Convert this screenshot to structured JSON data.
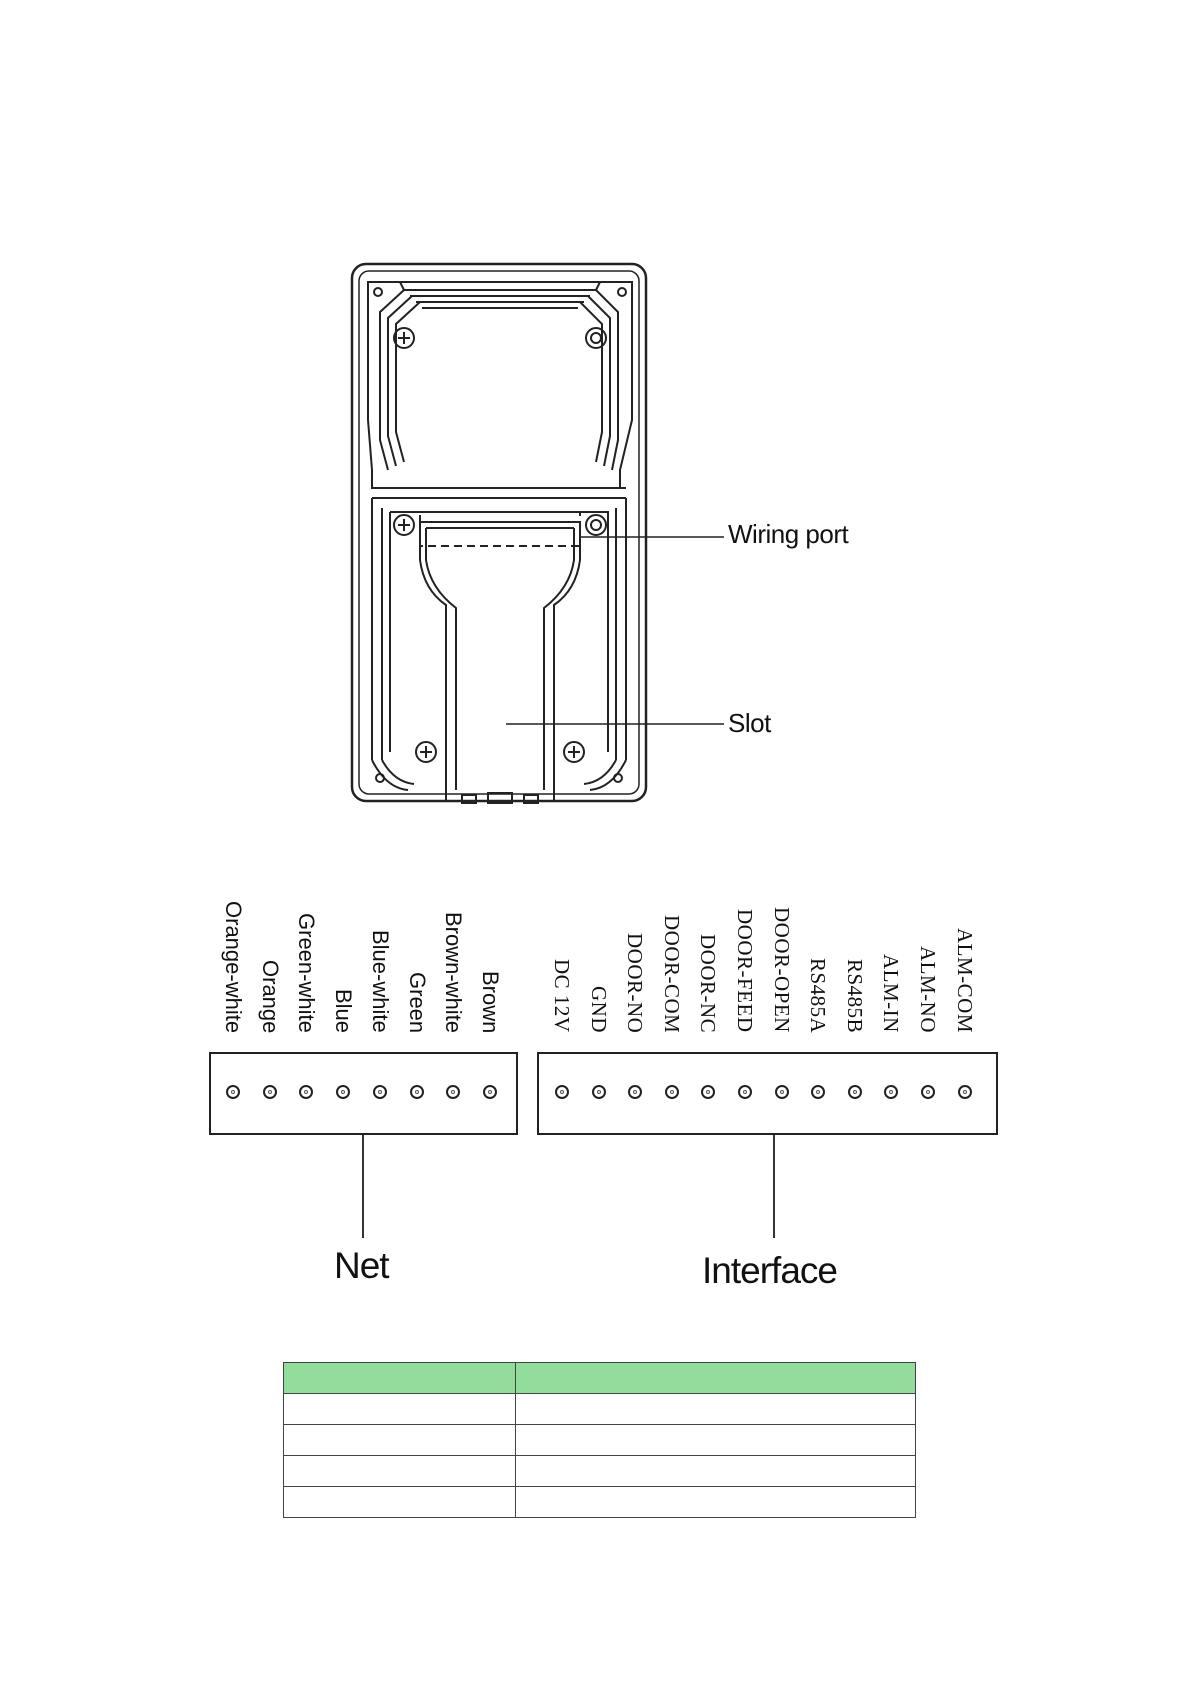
{
  "callouts": {
    "wiring_port": "Wiring port",
    "slot": "Slot"
  },
  "net": {
    "title": "Net",
    "pins": [
      "Orange-white",
      "Orange",
      "Green-white",
      "Blue",
      "Blue-white",
      "Green",
      "Brown-white",
      "Brown"
    ]
  },
  "interface": {
    "title": "Interface",
    "pins": [
      "DC 12V",
      "GND",
      "DOOR-NO",
      "DOOR-COM",
      "DOOR-NC",
      "DOOR-FEED",
      "DOOR-OPEN",
      "RS485A",
      "RS485B",
      "ALM-IN",
      "ALM-NO",
      "ALM-COM"
    ]
  },
  "table": {
    "header_color": "#92dd9b",
    "headers": [
      "",
      ""
    ],
    "rows": [
      [
        "",
        ""
      ],
      [
        "",
        ""
      ],
      [
        "",
        ""
      ],
      [
        "",
        ""
      ]
    ]
  }
}
